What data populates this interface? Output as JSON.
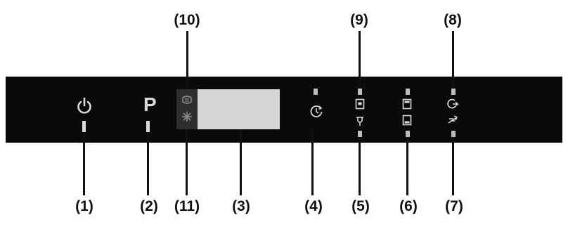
{
  "callouts": {
    "c1": "(1)",
    "c2": "(2)",
    "c3": "(3)",
    "c4": "(4)",
    "c5": "(5)",
    "c6": "(6)",
    "c7": "(7)",
    "c8": "(8)",
    "c9": "(9)",
    "c10": "(10)",
    "c11": "(11)"
  },
  "panel": {
    "program_letter": "P",
    "colors": {
      "panel_background": "#0a0a0a",
      "display_background": "#d6d6d6",
      "icon_color": "#d9d9d9",
      "indicator_led": "#bdbdbd"
    },
    "icons": [
      "power-icon",
      "program-icon",
      "display",
      "rinse-aid-icon",
      "salt-icon",
      "delay-timer-icon",
      "upper-basket-icon",
      "half-load-icon",
      "upper-lower-basket-icon",
      "lower-basket-icon",
      "eco-icon",
      "quick-wash-icon"
    ]
  }
}
